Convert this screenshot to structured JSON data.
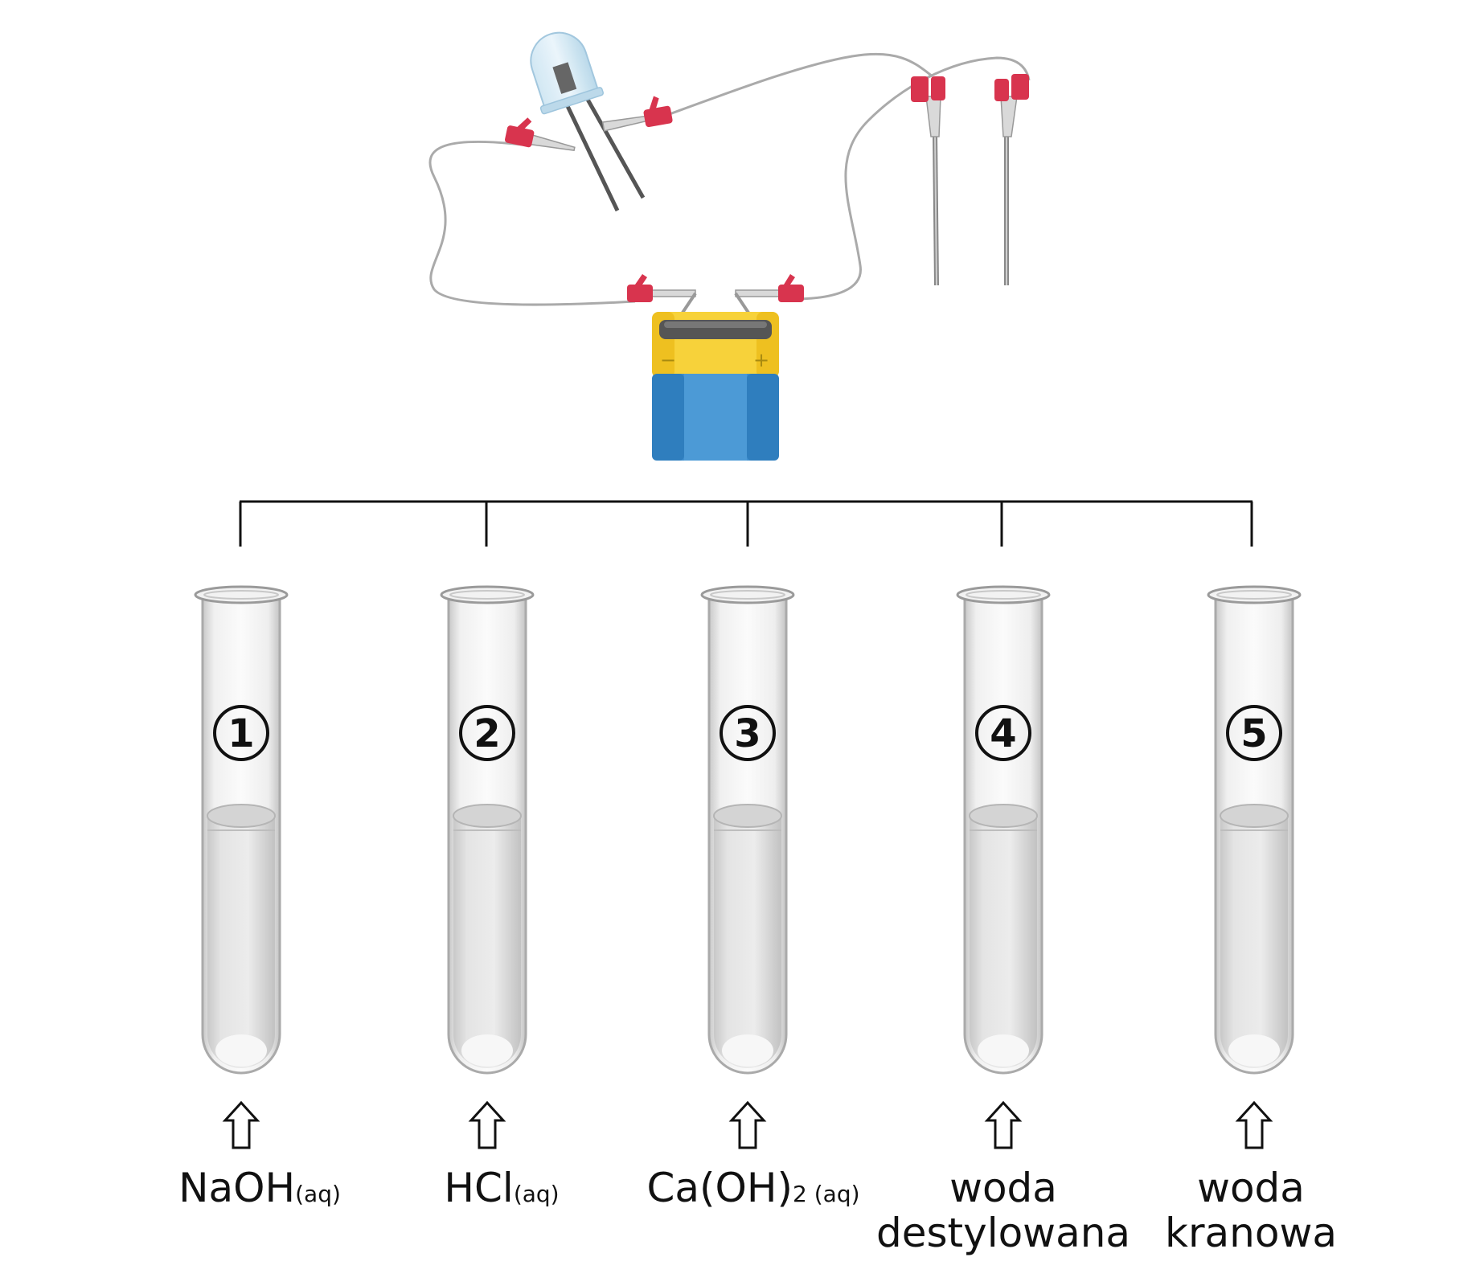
{
  "battery": {
    "minus_sign": "−",
    "plus_sign": "+"
  },
  "tubes": [
    {
      "number": "1",
      "label_main": "NaOH",
      "label_sub": "(aq)",
      "label_line2": ""
    },
    {
      "number": "2",
      "label_main": "HCl",
      "label_sub": "(aq)",
      "label_line2": ""
    },
    {
      "number": "3",
      "label_main": "Ca(OH)",
      "label_sub": "2 (aq)",
      "label_line2": ""
    },
    {
      "number": "4",
      "label_main": "woda",
      "label_sub": "",
      "label_line2": "destylowana"
    },
    {
      "number": "5",
      "label_main": "woda",
      "label_sub": "",
      "label_line2": "kranowa"
    }
  ],
  "colors": {
    "clip_red": "#d8344e",
    "battery_yellow": "#f7d23a",
    "battery_blue": "#3f8fcf",
    "wire": "#aaaaaa",
    "tube_glass": "#d6d6d6"
  }
}
